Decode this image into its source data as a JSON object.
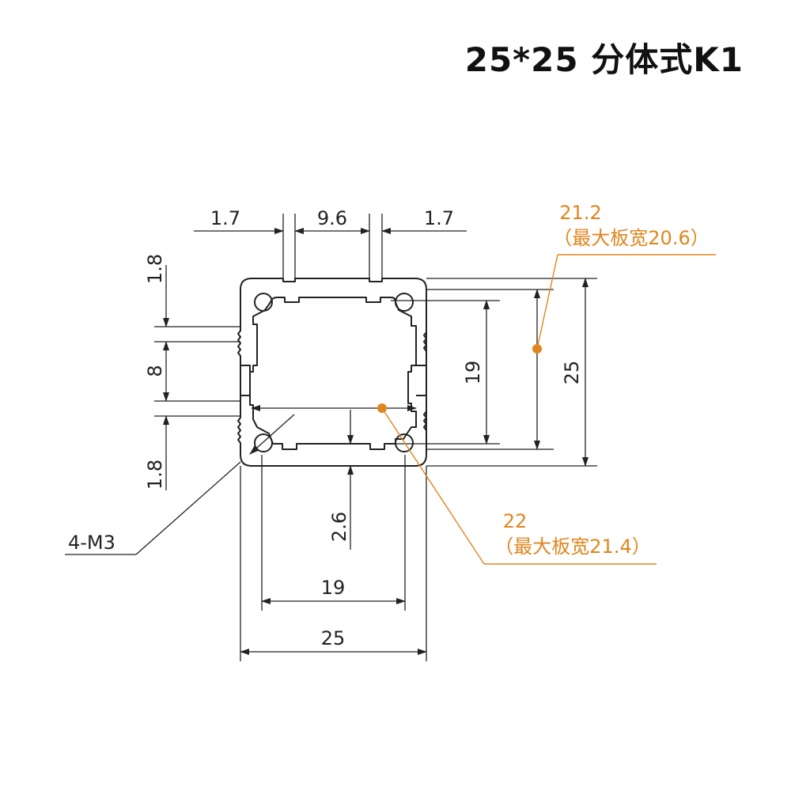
{
  "title": "25*25  分体式K1",
  "dimensions": {
    "top_left_wall": "1.7",
    "top_slot": "9.6",
    "top_right_wall": "1.7",
    "left_top": "1.8",
    "left_mid": "8",
    "left_bottom": "1.8",
    "inner_height": "19",
    "outer_height": "25",
    "depth": "2.6",
    "inner_width": "19",
    "outer_width": "25",
    "thread": "4-M3"
  },
  "notes": {
    "vertical_board": {
      "value": "21.2",
      "detail": "（最大板宽20.6）"
    },
    "horizontal_board": {
      "value": "22",
      "detail": "（最大板宽21.4）"
    }
  },
  "colors": {
    "annotation": "#e0861e",
    "line": "#222222"
  }
}
